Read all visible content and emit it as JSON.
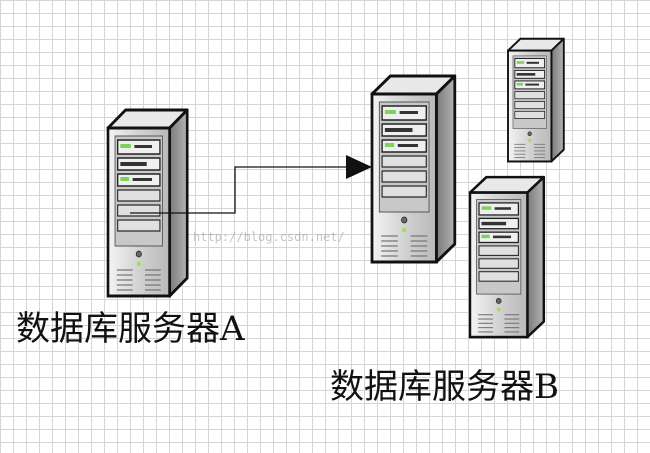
{
  "diagram": {
    "labels": {
      "server_a": "数据库服务器A",
      "server_b": "数据库服务器B"
    },
    "watermark": "http://blog.csdn.net/"
  },
  "colors": {
    "grid": "#d6d6d6",
    "tower_front": "#cfcfcf",
    "tower_side": "#8e8e8e",
    "tower_top": "#e6e6e6",
    "outline": "#111111",
    "led": "#7bd35a"
  }
}
